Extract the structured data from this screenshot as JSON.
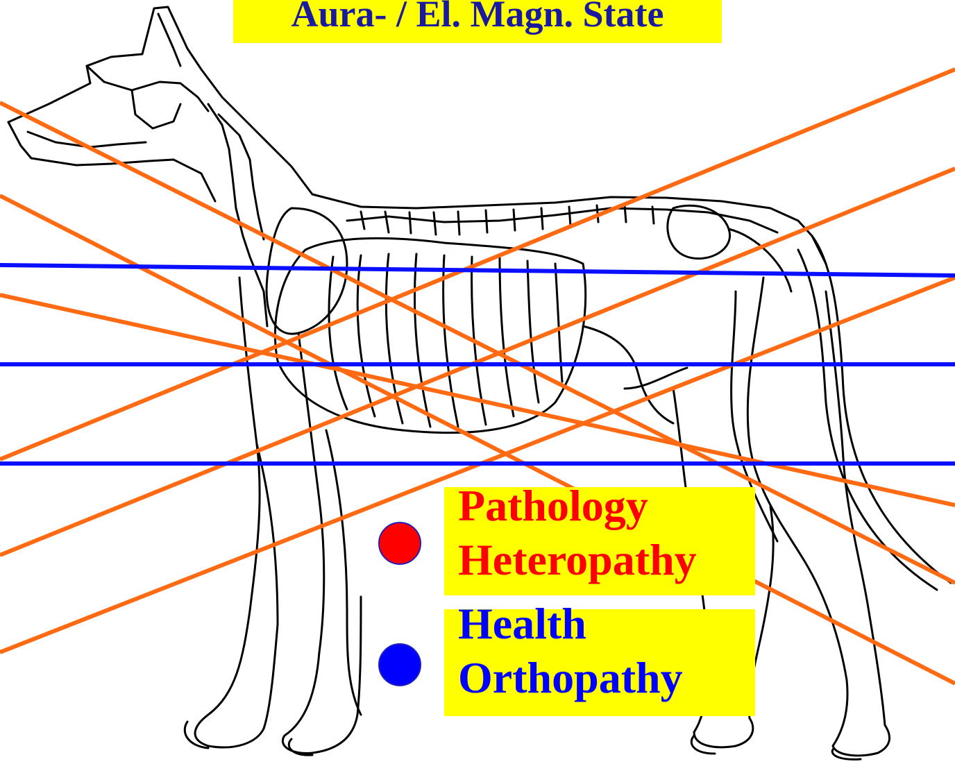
{
  "title": "Aura- / El. Magn. State",
  "colors": {
    "title_text": "#1a1aa0",
    "label_bg": "#ffff00",
    "pathology": "#ff0000",
    "health": "#0000ff",
    "orange_lines": "#ff6a13",
    "blue_lines": "#0a10ff",
    "outline": "#000000"
  },
  "legend": [
    {
      "line1": "Pathology",
      "line2": "Heteropathy",
      "color": "#ff0000"
    },
    {
      "line1": "Health",
      "line2": "Orthopathy",
      "color": "#0000ff"
    }
  ],
  "figure": {
    "subject": "dog-skeleton-outline"
  }
}
